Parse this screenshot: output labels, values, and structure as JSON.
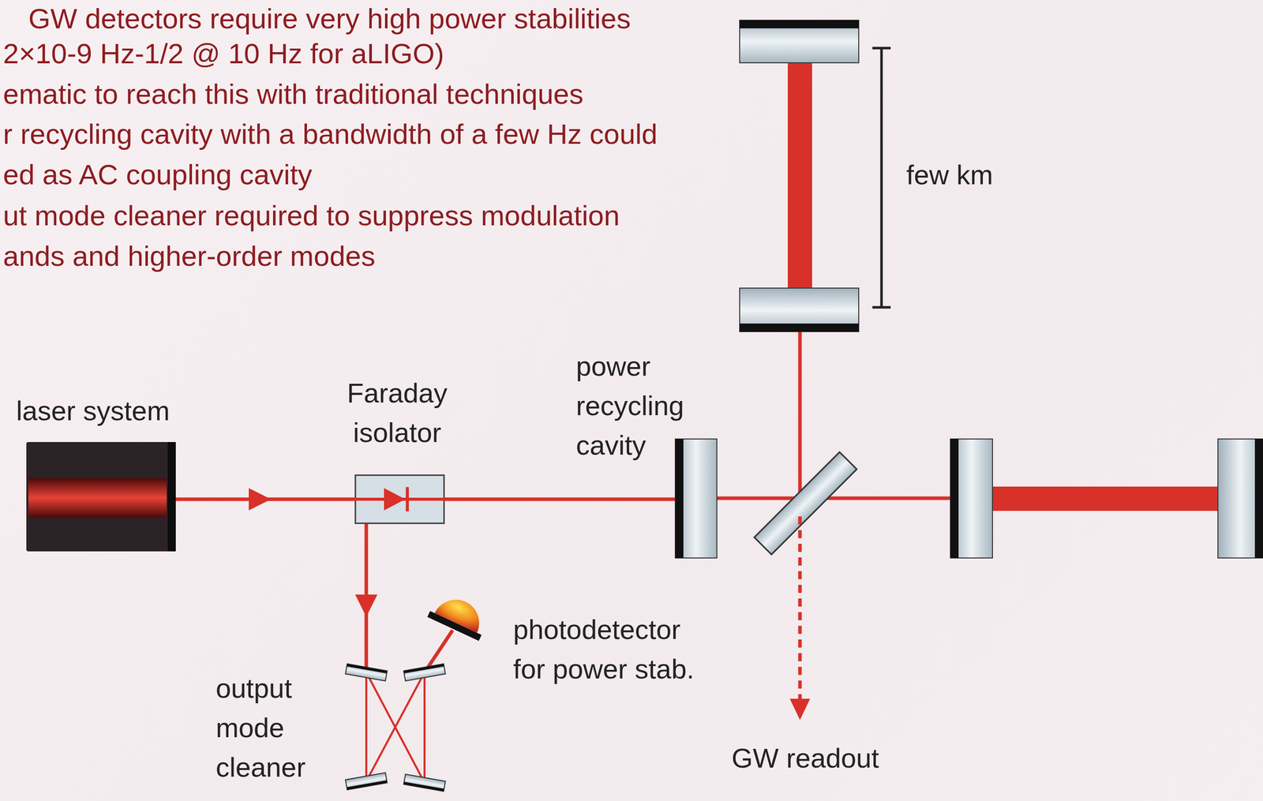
{
  "diagram": {
    "nodes": [
      {
        "text": [
          "laser system"
        ]
      },
      {
        "text": [
          "Faraday isolator"
        ]
      },
      {
        "text": [
          "power recycling cavity"
        ]
      },
      {
        "text": [
          "photodetector for power stab."
        ]
      },
      {
        "text": [
          "output mode cleaner"
        ]
      }
    ],
    "edges": [
      {
        "from": 0,
        "to": 1,
        "arrow": "to"
      },
      {
        "from": 1,
        "to": 2,
        "arrow": "none"
      },
      {
        "from": 1,
        "to": 4,
        "arrow": "to"
      },
      {
        "from": 4,
        "to": 3,
        "arrow": "none"
      }
    ],
    "labels": [
      "GW detectors require very high power stabilities",
      "2×10-9 Hz-1/2 @ 10 Hz for aLIGO)",
      "ematic to reach this with traditional techniques",
      "r recycling cavity with a bandwidth of a few Hz could",
      "ed as AC coupling cavity",
      "ut mode cleaner required to suppress modulation",
      "ands and higher-order modes",
      "few km",
      "GW readout"
    ]
  }
}
